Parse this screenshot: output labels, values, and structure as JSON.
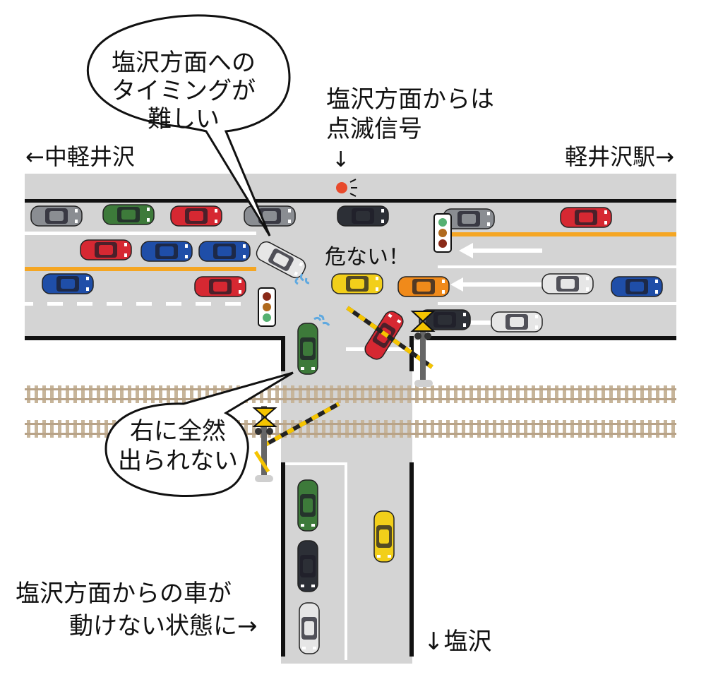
{
  "labels": {
    "bubble_top": [
      "塩沢方面への",
      "タイミングが",
      "難しい"
    ],
    "signal_note": [
      "塩沢方面からは",
      "点滅信号"
    ],
    "signal_arrow": "↓",
    "left_direction": "←中軽井沢",
    "right_direction": "軽井沢駅→",
    "danger": "危ない！",
    "bubble_bottom": [
      "右に全然",
      "出られない"
    ],
    "bottom_note": [
      "塩沢方面からの車が",
      "動けない状態に→"
    ],
    "south_direction": "↓塩沢"
  },
  "colors": {
    "road": "#d4d4d4",
    "center_line": "#f5a623",
    "curb": "#111111",
    "rail": "#b8a388",
    "crossing_stripe": "#f5c400",
    "signal_red": "#e84a2c",
    "signal_yellow": "#b06a1e",
    "signal_green": "#55b071",
    "car_colors": [
      "#8a8d92",
      "#3d7a3a",
      "#d62832",
      "#2c2f36",
      "#1f4ea8",
      "#f2cf1a",
      "#f08a1a",
      "#e6e6e6"
    ]
  },
  "icons": [
    "flashing-signal-icon",
    "traffic-light-icon",
    "railroad-crossing-gate-icon",
    "car-icon",
    "lane-arrow-icon",
    "collision-splash-icon"
  ]
}
